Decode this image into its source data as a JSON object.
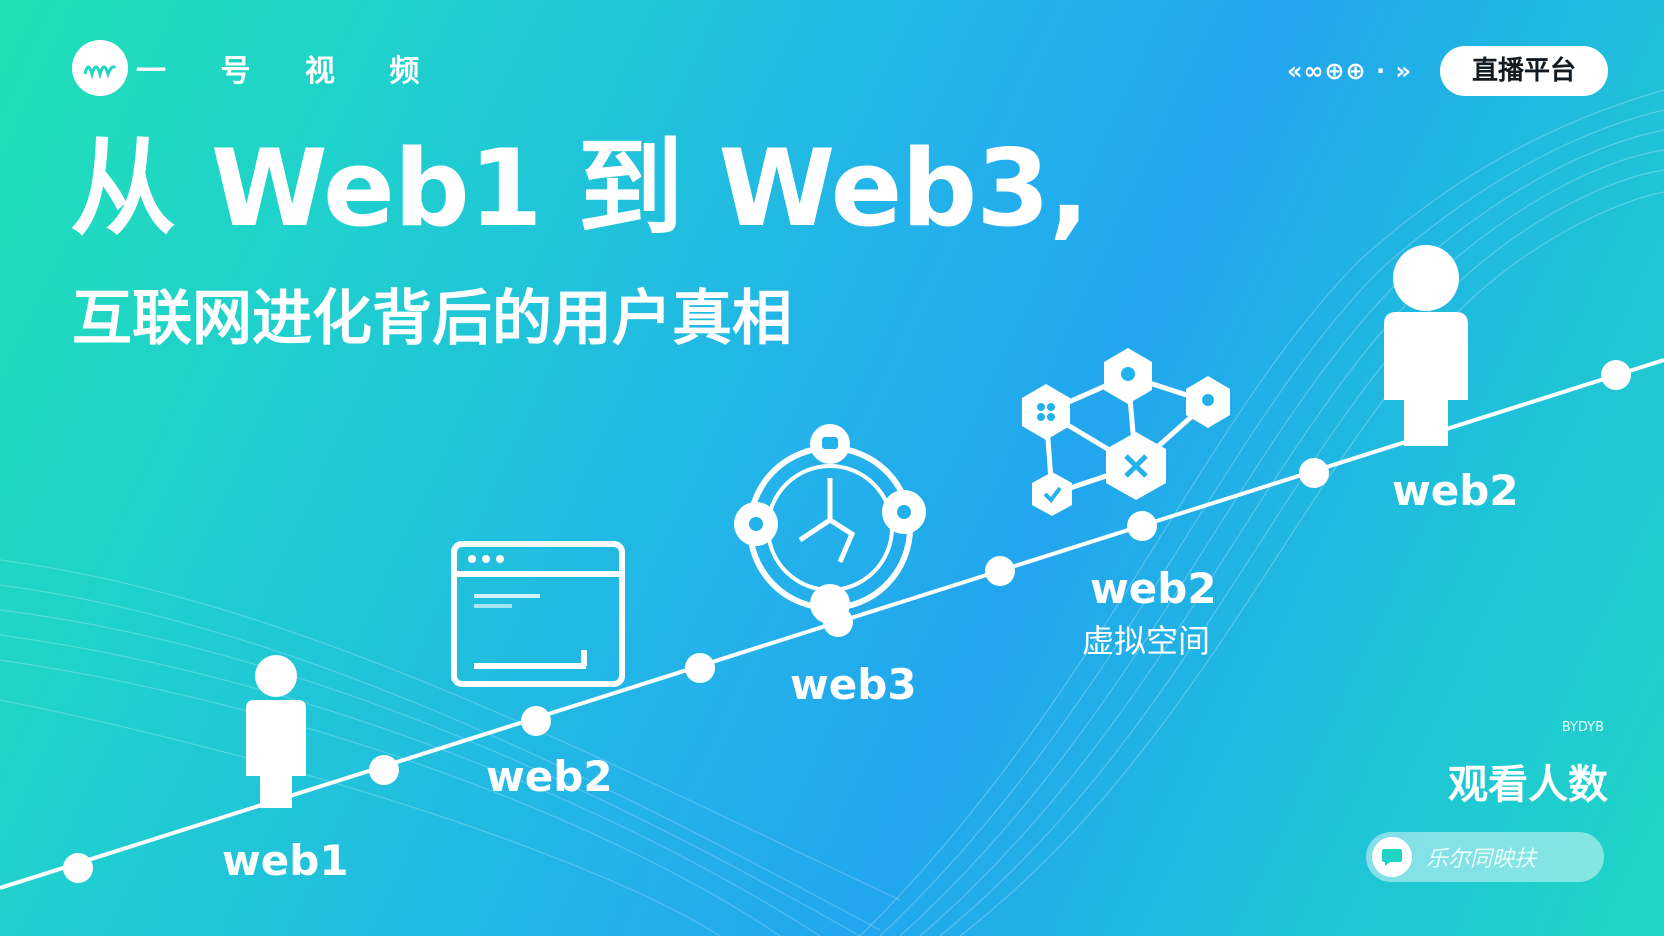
{
  "header": {
    "brand": "一 号 视 频",
    "live_button": "直播平台",
    "top_decoration": "«∞⊕⊕ · »"
  },
  "hero": {
    "title": "从 Web1 到 Web3,",
    "subtitle": "互联网进化背后的用户真相"
  },
  "timeline": {
    "labels": {
      "web1": "web1",
      "web2_browser": "web2",
      "web3_network": "web3",
      "web2_virtual": "web2",
      "web2_virtual_sub": "虚拟空间",
      "web2_top": "web2"
    }
  },
  "footer": {
    "tiny_text": "BYDYB",
    "viewers_label": "观看人数",
    "pill_text": "乐尔同映扶"
  },
  "colors": {
    "gradient_start": "#1fe0b4",
    "gradient_mid": "#23b2ea",
    "gradient_end": "#1fd6c4",
    "text": "#ffffff",
    "button_text": "#121a22"
  },
  "icons": {
    "logo": "waveform-logo-icon",
    "person_left": "person-icon",
    "browser": "browser-window-icon",
    "network": "network-hub-icon",
    "decentral": "decentralized-network-icon",
    "person_right": "person-icon",
    "pill": "chat-bubble-icon"
  }
}
